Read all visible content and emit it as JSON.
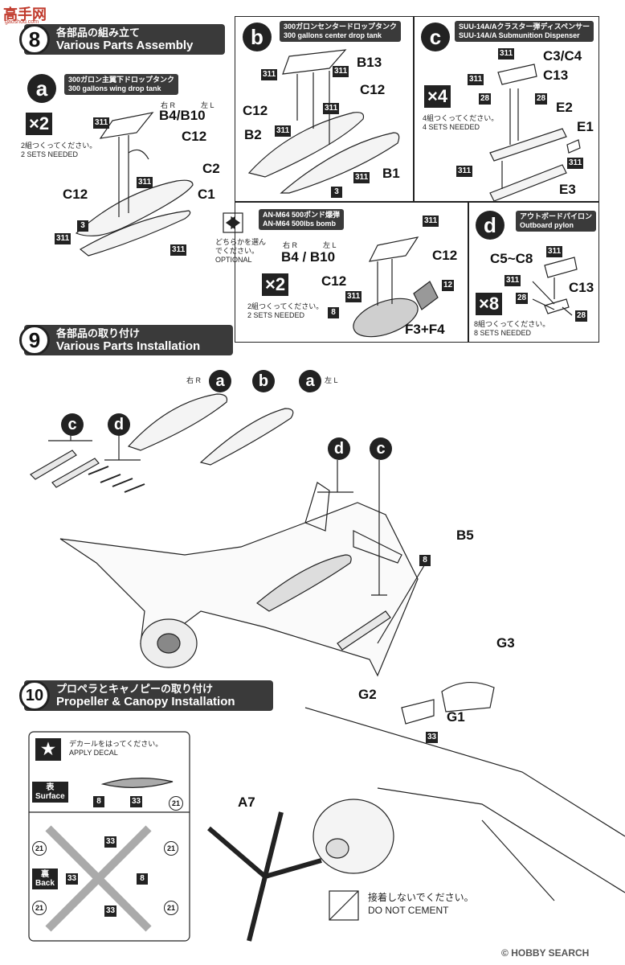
{
  "logo": {
    "text": "高手网",
    "sub": "gaoshou.com"
  },
  "step8": {
    "number": "8",
    "jp": "各部品の組み立て",
    "en": "Various Parts Assembly"
  },
  "step9": {
    "number": "9",
    "jp": "各部品の取り付け",
    "en": "Various Parts Installation"
  },
  "step10": {
    "number": "10",
    "jp": "プロペラとキャノピーの取り付け",
    "en": "Propeller & Canopy Installation"
  },
  "sub_a": {
    "letter": "a",
    "title_jp": "300ガロン主翼下ドロップタンク",
    "title_en": "300 gallons wing drop tank",
    "mult": "×2",
    "note_jp": "2組つくってください。",
    "note_en": "2 SETS NEEDED",
    "right": "右 R",
    "left": "左 L",
    "parts": {
      "b4b10": "B4/B10",
      "c12a": "C12",
      "c12b": "C12",
      "c2": "C2",
      "c1": "C1"
    },
    "nums": {
      "n1": "311",
      "n2": "311",
      "n3": "3",
      "n4": "311",
      "n5": "311"
    }
  },
  "sub_b": {
    "letter": "b",
    "title_jp": "300ガロンセンタードロップタンク",
    "title_en": "300 gallons center drop tank",
    "parts": {
      "b13": "B13",
      "c12a": "C12",
      "c12b": "C12",
      "b2": "B2",
      "b1": "B1"
    },
    "nums": {
      "n1": "311",
      "n2": "311",
      "n3": "311",
      "n4": "311",
      "n5": "311",
      "n6": "3"
    }
  },
  "sub_c": {
    "letter": "c",
    "title_jp": "SUU-14A/Aクラスター弾ディスペンサー",
    "title_en": "SUU-14A/A Submunition Dispenser",
    "mult": "×4",
    "note_jp": "4組つくってください。",
    "note_en": "4 SETS NEEDED",
    "parts": {
      "c3c4": "C3/C4",
      "c13": "C13",
      "e2": "E2",
      "e1": "E1",
      "e3": "E3"
    },
    "nums": {
      "n1": "311",
      "n2": "311",
      "n3": "28",
      "n4": "28",
      "n5": "311",
      "n6": "311"
    }
  },
  "sub_bomb": {
    "title_jp": "AN-M64 500ポンド爆弾",
    "title_en": "AN-M64 500lbs bomb",
    "optional_jp": "どちらかを選んでください。",
    "optional_en": "OPTIONAL",
    "right": "右 R",
    "left": "左 L",
    "mult": "×2",
    "note_jp": "2組つくってください。",
    "note_en": "2 SETS NEEDED",
    "parts": {
      "b4b10": "B4 / B10",
      "c12a": "C12",
      "c12b": "C12",
      "f3f4": "F3+F4"
    },
    "nums": {
      "n1": "311",
      "n2": "311",
      "n3": "12",
      "n4": "8"
    }
  },
  "sub_d": {
    "letter": "d",
    "title_jp": "アウトボードパイロン",
    "title_en": "Outboard pylon",
    "mult": "×8",
    "note_jp": "8組つくってください。",
    "note_en": "8 SETS NEEDED",
    "parts": {
      "c5c8": "C5~C8",
      "c13": "C13"
    },
    "nums": {
      "n1": "311",
      "n2": "311",
      "n3": "28",
      "n4": "28"
    }
  },
  "step9_labels": {
    "a1": "a",
    "a1_side": "右 R",
    "b": "b",
    "a2": "a",
    "a2_side": "左 L",
    "c1": "c",
    "d1": "d",
    "d2": "d",
    "c2": "c",
    "b5": "B5",
    "n8": "8"
  },
  "step10_labels": {
    "decal_jp": "デカールをはってください。",
    "decal_en": "APPLY DECAL",
    "surface_jp": "表",
    "surface_en": "Surface",
    "back_jp": "裏",
    "back_en": "Back",
    "surface_nums": {
      "n8": "8",
      "n33": "33",
      "n21": "21"
    },
    "back_nums": {
      "n21a": "21",
      "n33a": "33",
      "n21b": "21",
      "n33b": "33",
      "n8": "8",
      "n21c": "21",
      "n33c": "33",
      "n21d": "21"
    },
    "a7": "A7",
    "g1": "G1",
    "g2": "G2",
    "g3": "G3",
    "n33": "33",
    "cement_jp": "接着しないでください。",
    "cement_en": "DO NOT CEMENT"
  },
  "footer": {
    "copyright": "©",
    "brand": "HOBBY SEARCH"
  }
}
